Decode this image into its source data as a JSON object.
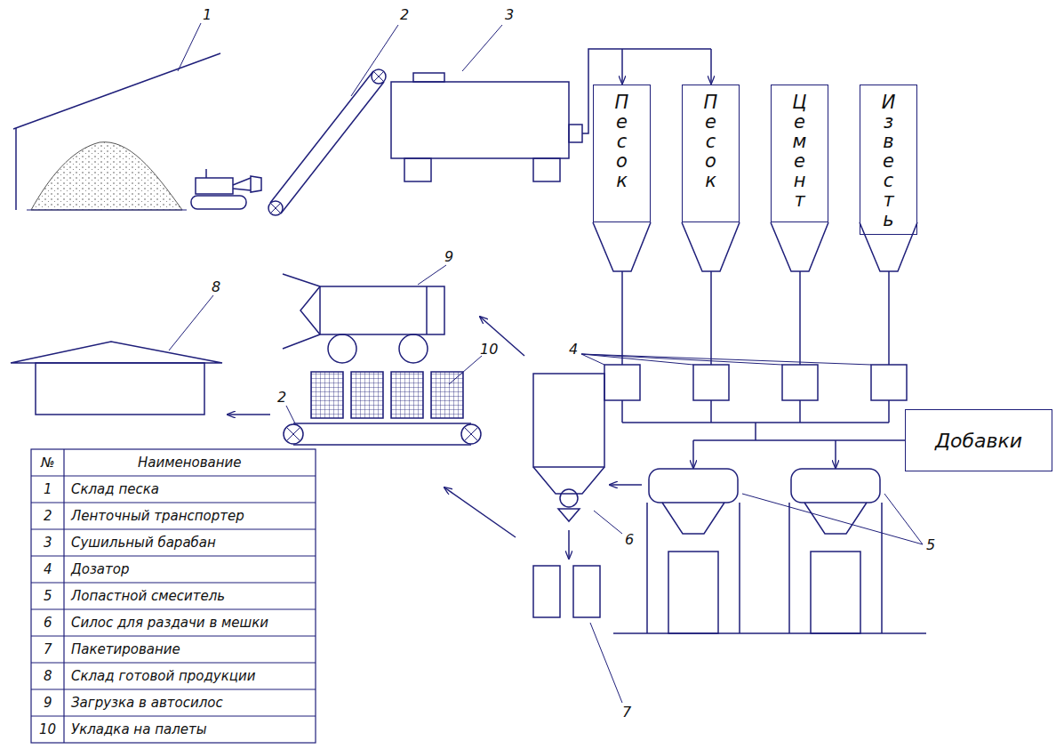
{
  "diagram": {
    "nodes": [
      {
        "text": [
          "Песок"
        ]
      },
      {
        "text": [
          "Песок"
        ]
      },
      {
        "text": [
          "Цемент"
        ]
      },
      {
        "text": [
          "Известь"
        ]
      },
      {
        "text": [
          "Добавки"
        ]
      }
    ],
    "labels": [
      "1",
      "2",
      "3",
      "8",
      "9",
      "10",
      "4",
      "2",
      "6",
      "5",
      "7",
      "№",
      "Наименование",
      "1",
      "Склад песка",
      "2",
      "Ленточный транспортер",
      "3",
      "Сушильный барабан",
      "4",
      "Дозатор",
      "5",
      "Лопастной смеситель",
      "6",
      "Силос для раздачи в мешки",
      "7",
      "Пакетирование",
      "8",
      "Склад готовой продукции",
      "9",
      "Загрузка в автосилос",
      "10",
      "Укладка на палеты"
    ]
  }
}
